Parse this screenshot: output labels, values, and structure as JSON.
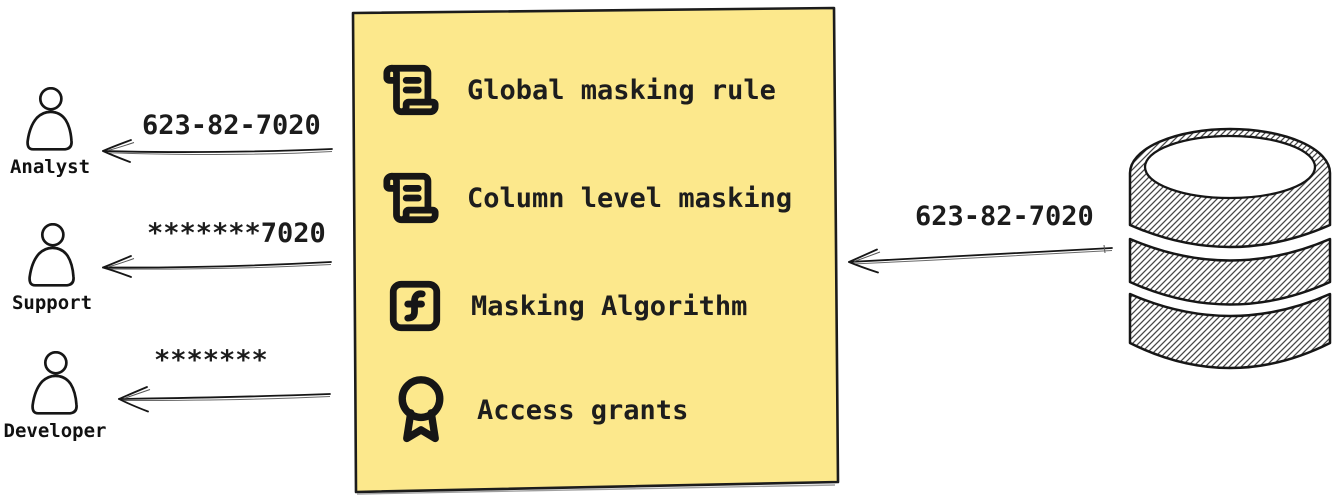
{
  "diagram": {
    "actors": [
      {
        "name": "Analyst",
        "received_value": "623-82-7020",
        "fill": "#ACD8F7"
      },
      {
        "name": "Support",
        "received_value": "*******7020",
        "fill": "#FBE79E"
      },
      {
        "name": "Developer",
        "received_value": "*******",
        "fill": "#D3D6DA"
      }
    ],
    "masking_box": {
      "fill": "#FCE88C",
      "items": [
        {
          "icon": "scroll-text-icon",
          "label": "Global masking rule"
        },
        {
          "icon": "scroll-text-icon",
          "label": "Column level masking"
        },
        {
          "icon": "function-square-icon",
          "label": "Masking Algorithm"
        },
        {
          "icon": "award-icon",
          "label": "Access grants"
        }
      ]
    },
    "database": {
      "icon": "database-icon",
      "value_sent": "623-82-7020"
    }
  }
}
